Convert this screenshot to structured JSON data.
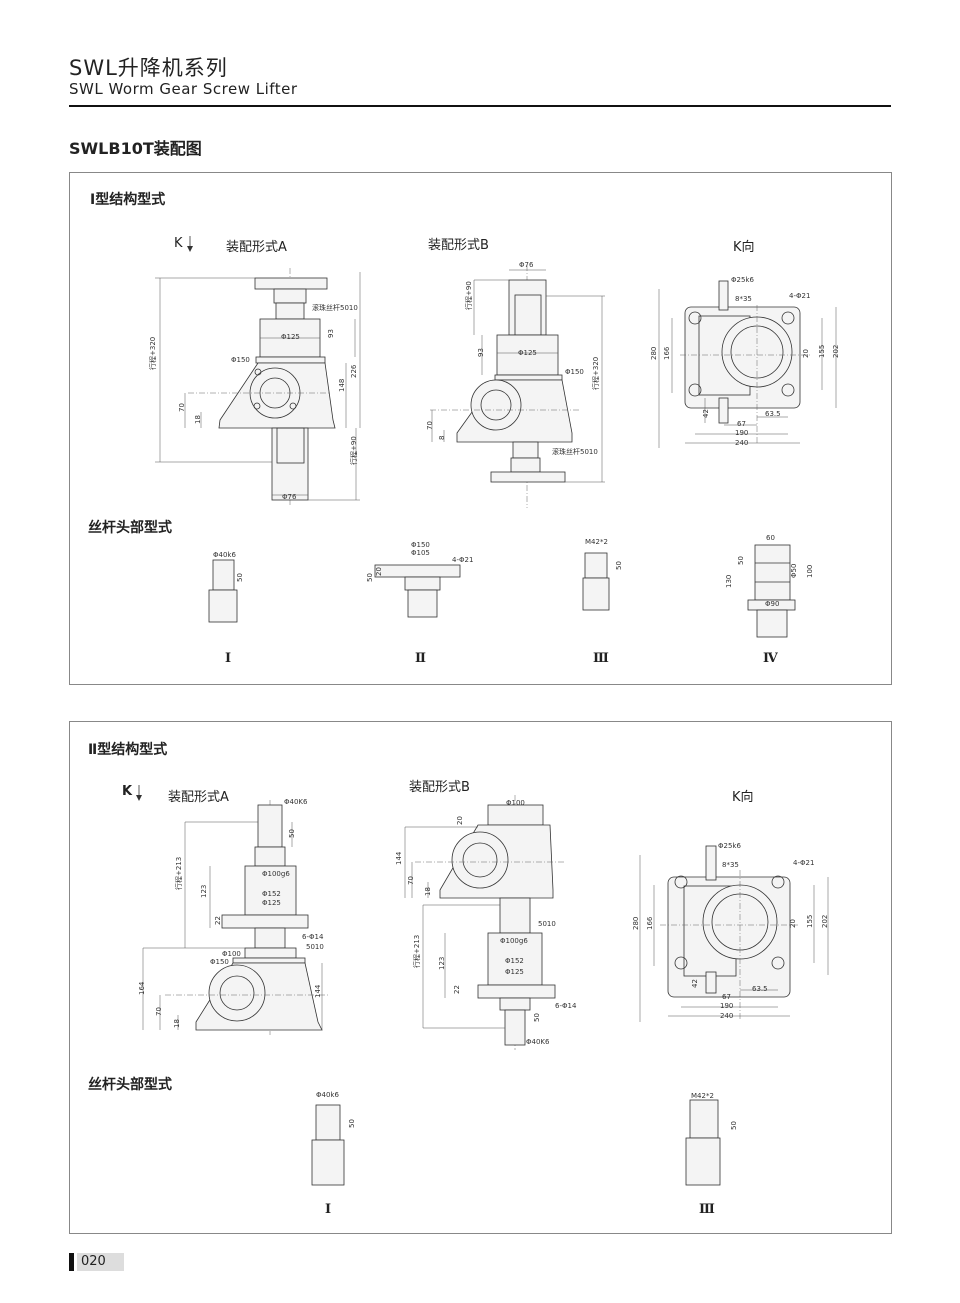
{
  "header": {
    "title_cn": "SWL升降机系列",
    "title_en": "SWL Worm  Gear Screw Lifter",
    "section_title": "SWLB10T装配图"
  },
  "panel1": {
    "title": "Ⅰ型结构型式",
    "k_label": "K",
    "form_a": "装配形式A",
    "form_b": "装配形式B",
    "k_view": "K向",
    "a_dims": {
      "stroke320": "行程+320",
      "d125": "Φ125",
      "d150": "Φ150",
      "h93": "93",
      "h226": "226",
      "h148": "148",
      "h70": "70",
      "h18": "18",
      "stroke90": "行程+90",
      "d76": "Φ76",
      "screw": "滚珠丝杆5010"
    },
    "b_dims": {
      "d76": "Φ76",
      "stroke90": "行程+90",
      "h93": "93",
      "d125": "Φ125",
      "d150": "Φ150",
      "stroke320": "行程+320",
      "h70": "70",
      "h8": "8",
      "screw": "滚珠丝杆5010"
    },
    "k_dims": {
      "shaft": "Φ25k6",
      "key": "8*35",
      "holes": "4-Φ21",
      "h280": "280",
      "h166": "166",
      "h155": "155",
      "h202": "202",
      "h20": "20",
      "h42": "42",
      "w63": "63.5",
      "w67": "67",
      "w190": "190",
      "w240": "240"
    },
    "heads_title": "丝杆头部型式",
    "heads": [
      {
        "label": "Ⅰ",
        "dims": [
          "Φ40k6",
          "50"
        ]
      },
      {
        "label": "Ⅱ",
        "dims": [
          "Φ150",
          "Φ105",
          "4-Φ21",
          "50",
          "20"
        ]
      },
      {
        "label": "Ⅲ",
        "dims": [
          "M42*2",
          "50"
        ]
      },
      {
        "label": "Ⅳ",
        "dims": [
          "60",
          "50",
          "130",
          "Φ50",
          "100",
          "Φ90"
        ]
      }
    ]
  },
  "panel2": {
    "title": "Ⅱ型结构型式",
    "k_label": "K",
    "form_a": "装配形式A",
    "form_b": "装配形式B",
    "k_view": "K向",
    "a_dims": {
      "d40": "Φ40K6",
      "h50": "50",
      "stroke213": "行程+213",
      "h123": "123",
      "d100g6": "Φ100g6",
      "d152": "Φ152",
      "d125": "Φ125",
      "h22": "22",
      "holes": "6-Φ14",
      "screw": "5010",
      "d100": "Φ100",
      "d150": "Φ150",
      "h164": "164",
      "h144": "144",
      "h70": "70",
      "h18": "18"
    },
    "b_dims": {
      "d100": "Φ100",
      "h20": "20",
      "h144": "144",
      "h70": "70",
      "h18": "18",
      "screw": "5010",
      "stroke213": "行程+213",
      "d100g6": "Φ100g6",
      "h123": "123",
      "d152": "Φ152",
      "d125": "Φ125",
      "h22": "22",
      "holes": "6-Φ14",
      "h50": "50",
      "d40": "Φ40K6"
    },
    "k_dims": {
      "shaft": "Φ25k6",
      "key": "8*35",
      "holes": "4-Φ21",
      "h280": "280",
      "h166": "166",
      "h155": "155",
      "h202": "202",
      "h20": "20",
      "h42": "42",
      "w63": "63.5",
      "w67": "67",
      "w190": "190",
      "w240": "240"
    },
    "heads_title": "丝杆头部型式",
    "heads": [
      {
        "label": "Ⅰ",
        "dims": [
          "Φ40k6",
          "50"
        ]
      },
      {
        "label": "Ⅲ",
        "dims": [
          "M42*2",
          "50"
        ]
      }
    ]
  },
  "footer": {
    "page_number": "020"
  }
}
